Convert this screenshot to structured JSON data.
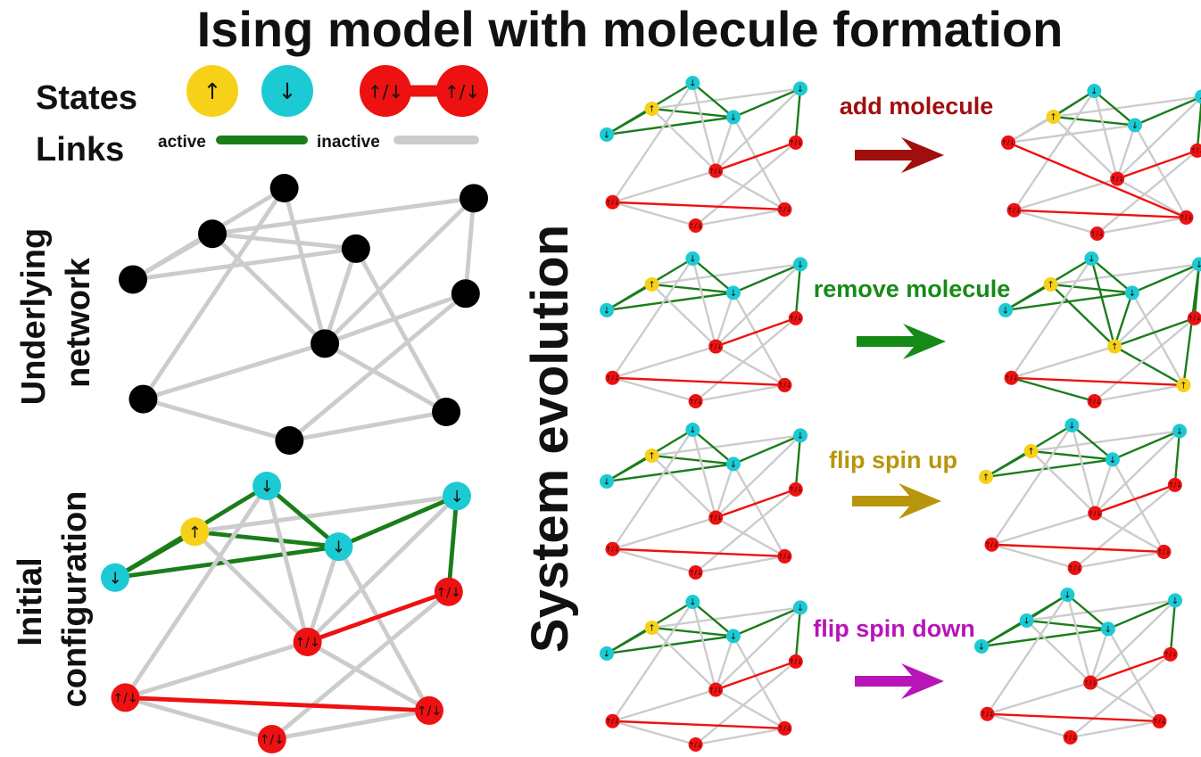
{
  "title": "Ising model with molecule formation",
  "legend": {
    "states_label": "States",
    "links_label": "Links",
    "spin_up": "↑",
    "spin_down": "↓",
    "molecule_member": "↑/↓",
    "active_label": "active",
    "inactive_label": "inactive"
  },
  "side_labels": {
    "underlying_line1": "Underlying",
    "underlying_line2": "network",
    "initial_line1": "Initial",
    "initial_line2": "configuration",
    "evolution": "System evolution"
  },
  "colors": {
    "spin_up": "#f7d117",
    "spin_down": "#1ccad3",
    "molecule": "#ee1111",
    "active_link": "#1a7d1a",
    "inactive_link": "#cccccc",
    "plain_node": "#000000"
  },
  "network": {
    "nodes": [
      "A",
      "B",
      "C",
      "D",
      "E",
      "F",
      "G",
      "H",
      "I",
      "J"
    ],
    "links": [
      [
        "A",
        "B"
      ],
      [
        "A",
        "C"
      ],
      [
        "A",
        "D"
      ],
      [
        "B",
        "D"
      ],
      [
        "B",
        "E"
      ],
      [
        "B",
        "F"
      ],
      [
        "C",
        "E"
      ],
      [
        "C",
        "G"
      ],
      [
        "D",
        "E"
      ],
      [
        "D",
        "H"
      ],
      [
        "E",
        "F"
      ],
      [
        "E",
        "G"
      ],
      [
        "E",
        "H"
      ],
      [
        "E",
        "I"
      ],
      [
        "F",
        "I"
      ],
      [
        "G",
        "J"
      ],
      [
        "H",
        "J"
      ],
      [
        "I",
        "J"
      ]
    ]
  },
  "states": {
    "initial": {
      "node_state": {
        "A": "down",
        "B": "up",
        "C": "down",
        "D": "down",
        "E": "mol",
        "F": "down",
        "G": "mol",
        "H": "mol",
        "I": "mol",
        "J": "mol"
      },
      "active": [
        [
          "A",
          "B"
        ],
        [
          "A",
          "C"
        ],
        [
          "A",
          "D"
        ],
        [
          "B",
          "D"
        ],
        [
          "C",
          "D"
        ],
        [
          "D",
          "F"
        ],
        [
          "F",
          "I"
        ]
      ],
      "molecule_links": [
        [
          "E",
          "I"
        ],
        [
          "G",
          "H"
        ]
      ]
    },
    "add_molecule": {
      "node_state": {
        "A": "mol",
        "B": "up",
        "C": "down",
        "D": "down",
        "E": "mol",
        "F": "down",
        "G": "mol",
        "H": "mol",
        "I": "mol",
        "J": "mol"
      },
      "active": [
        [
          "B",
          "C"
        ],
        [
          "B",
          "D"
        ],
        [
          "C",
          "D"
        ],
        [
          "D",
          "F"
        ],
        [
          "F",
          "I"
        ]
      ],
      "molecule_links": [
        [
          "A",
          "H"
        ],
        [
          "E",
          "I"
        ],
        [
          "G",
          "H"
        ]
      ]
    },
    "remove_molecule": {
      "node_state": {
        "A": "down",
        "B": "up",
        "C": "down",
        "D": "down",
        "E": "up",
        "F": "down",
        "G": "mol",
        "H": "up",
        "I": "mol",
        "J": "mol"
      },
      "active": [
        [
          "A",
          "B"
        ],
        [
          "A",
          "C"
        ],
        [
          "A",
          "D"
        ],
        [
          "B",
          "D"
        ],
        [
          "C",
          "D"
        ],
        [
          "D",
          "F"
        ],
        [
          "F",
          "I"
        ],
        [
          "B",
          "E"
        ],
        [
          "C",
          "E"
        ],
        [
          "D",
          "E"
        ],
        [
          "E",
          "H"
        ],
        [
          "E",
          "I"
        ],
        [
          "F",
          "H"
        ],
        [
          "G",
          "J"
        ]
      ],
      "molecule_links": [
        [
          "G",
          "H"
        ]
      ]
    },
    "flip_up": {
      "node_state": {
        "A": "up",
        "B": "up",
        "C": "down",
        "D": "down",
        "E": "mol",
        "F": "down",
        "G": "mol",
        "H": "mol",
        "I": "mol",
        "J": "mol"
      },
      "active": [
        [
          "A",
          "B"
        ],
        [
          "A",
          "C"
        ],
        [
          "A",
          "D"
        ],
        [
          "B",
          "D"
        ],
        [
          "C",
          "D"
        ],
        [
          "D",
          "F"
        ],
        [
          "F",
          "I"
        ]
      ],
      "molecule_links": [
        [
          "E",
          "I"
        ],
        [
          "G",
          "H"
        ]
      ]
    },
    "flip_down": {
      "node_state": {
        "A": "down",
        "B": "down",
        "C": "down",
        "D": "down",
        "E": "mol",
        "F": "down",
        "G": "mol",
        "H": "mol",
        "I": "mol",
        "J": "mol"
      },
      "active": [
        [
          "A",
          "B"
        ],
        [
          "A",
          "C"
        ],
        [
          "A",
          "D"
        ],
        [
          "B",
          "D"
        ],
        [
          "C",
          "D"
        ],
        [
          "D",
          "F"
        ],
        [
          "F",
          "I"
        ],
        [
          "B",
          "C"
        ]
      ],
      "molecule_links": [
        [
          "E",
          "I"
        ],
        [
          "G",
          "H"
        ]
      ]
    }
  },
  "transitions": [
    {
      "label": "add molecule",
      "color": "#a10e0e",
      "before": "initial",
      "after": "add_molecule"
    },
    {
      "label": "remove molecule",
      "color": "#168a16",
      "before": "initial",
      "after": "remove_molecule"
    },
    {
      "label": "flip spin up",
      "color": "#b8960c",
      "before": "initial",
      "after": "flip_up"
    },
    {
      "label": "flip spin down",
      "color": "#b814b8",
      "before": "initial",
      "after": "flip_down"
    }
  ]
}
